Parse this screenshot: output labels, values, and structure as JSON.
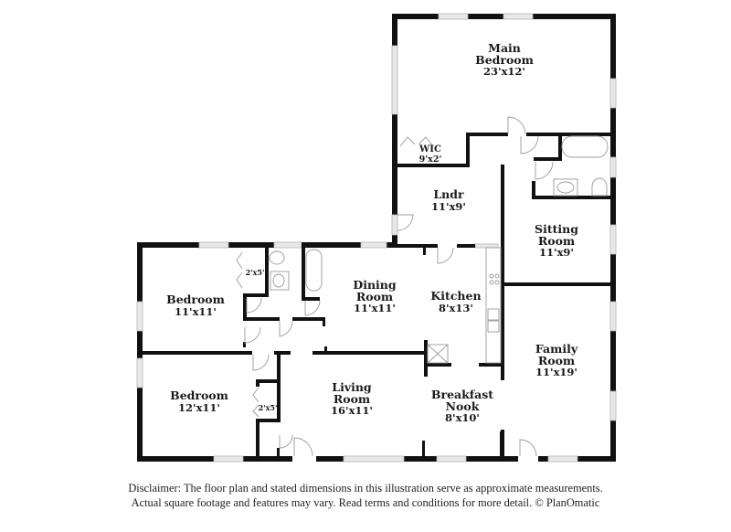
{
  "rooms": [
    {
      "id": "main-bedroom",
      "name": "Main Bedroom",
      "name_line1": "Main",
      "name_line2": "Bedroom",
      "dims": "23'x12'"
    },
    {
      "id": "wic",
      "name": "WIC",
      "dims": "9'x2'"
    },
    {
      "id": "laundry",
      "name": "Lndr",
      "dims": "11'x9'"
    },
    {
      "id": "sitting-room",
      "name_line1": "Sitting",
      "name_line2": "Room",
      "dims": "11'x9'"
    },
    {
      "id": "bedroom-1",
      "name": "Bedroom",
      "dims": "11'x11'"
    },
    {
      "id": "closet-1",
      "dims": "2'x5'"
    },
    {
      "id": "dining-room",
      "name_line1": "Dining",
      "name_line2": "Room",
      "dims": "11'x11'"
    },
    {
      "id": "kitchen",
      "name": "Kitchen",
      "dims": "8'x13'"
    },
    {
      "id": "family-room",
      "name_line1": "Family",
      "name_line2": "Room",
      "dims": "11'x19'"
    },
    {
      "id": "bedroom-2",
      "name": "Bedroom",
      "dims": "12'x11'"
    },
    {
      "id": "closet-2",
      "dims": "2'x5'"
    },
    {
      "id": "living-room",
      "name_line1": "Living",
      "name_line2": "Room",
      "dims": "16'x11'"
    },
    {
      "id": "breakfast-nook",
      "name_line1": "Breakfast",
      "name_line2": "Nook",
      "dims": "8'x10'"
    }
  ],
  "disclaimer": {
    "line1": "Disclaimer: The floor plan and stated dimensions in this illustration serve as approximate measurements.",
    "line2": "Actual square footage and features may vary. Read terms and conditions for more detail. © PlanOmatic"
  },
  "colors": {
    "wall": "#111111",
    "window": "#e8e8e8",
    "fixture_line": "#9a9a9a",
    "background": "#ffffff"
  }
}
